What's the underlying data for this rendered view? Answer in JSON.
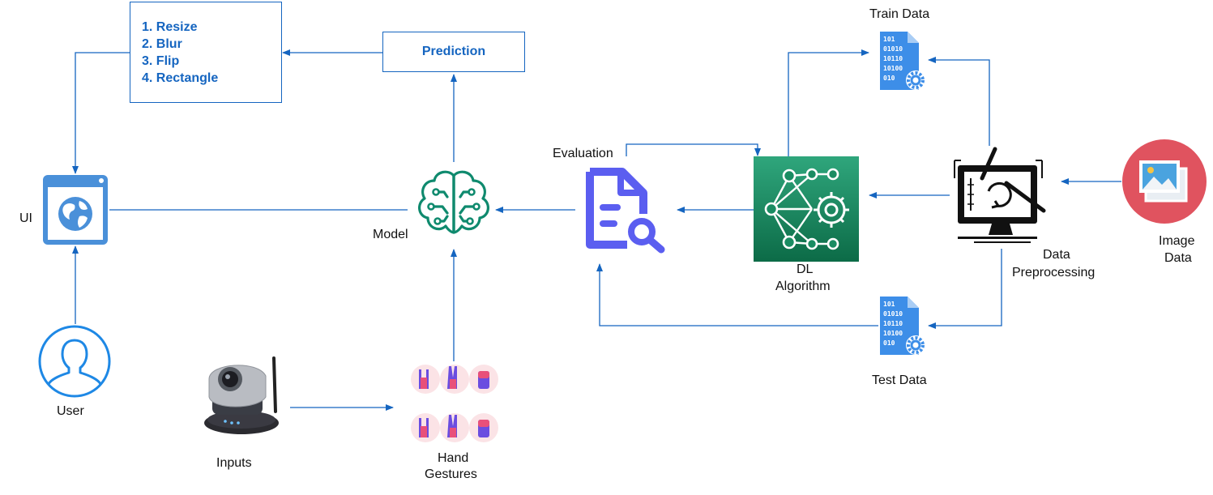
{
  "preprocess_steps": [
    "1. Resize",
    "2. Blur",
    "3. Flip",
    "4. Rectangle"
  ],
  "prediction_label": "Prediction",
  "ui_label": "UI",
  "user_label": "User",
  "model_label": "Model",
  "inputs_label": "Inputs",
  "hand_gestures_label": [
    "Hand",
    "Gestures"
  ],
  "evaluation_label": "Evaluation",
  "dl_algorithm_label": [
    "DL",
    "Algorithm"
  ],
  "train_data_label": "Train Data",
  "test_data_label": "Test Data",
  "data_preprocessing_label": [
    "Data",
    "Preprocessing"
  ],
  "image_data_label": [
    "Image",
    "Data"
  ],
  "file_icon_digits": [
    "101",
    "01010",
    "10110",
    "10100",
    "010"
  ],
  "colors": {
    "line": "#1565c0",
    "ui_icon": "#4a90d9",
    "model_icon": "#0f8a6e",
    "eval_icon": "#5b5ef0",
    "dl_bg_top": "#2fa67c",
    "dl_bg_bottom": "#0c6b47",
    "file_icon": "#3d8ee8",
    "image_circle": "#e0535f"
  },
  "icons": {
    "ui": "browser-globe-icon",
    "user": "user-avatar-icon",
    "model": "brain-circuit-icon",
    "evaluation": "document-search-icon",
    "dl": "neural-network-gear-icon",
    "data_file": "binary-file-gear-icon",
    "preprocessing": "monitor-design-icon",
    "image": "image-photo-icon",
    "camera": "webcam-icon",
    "gestures": "hand-gestures-icon"
  }
}
